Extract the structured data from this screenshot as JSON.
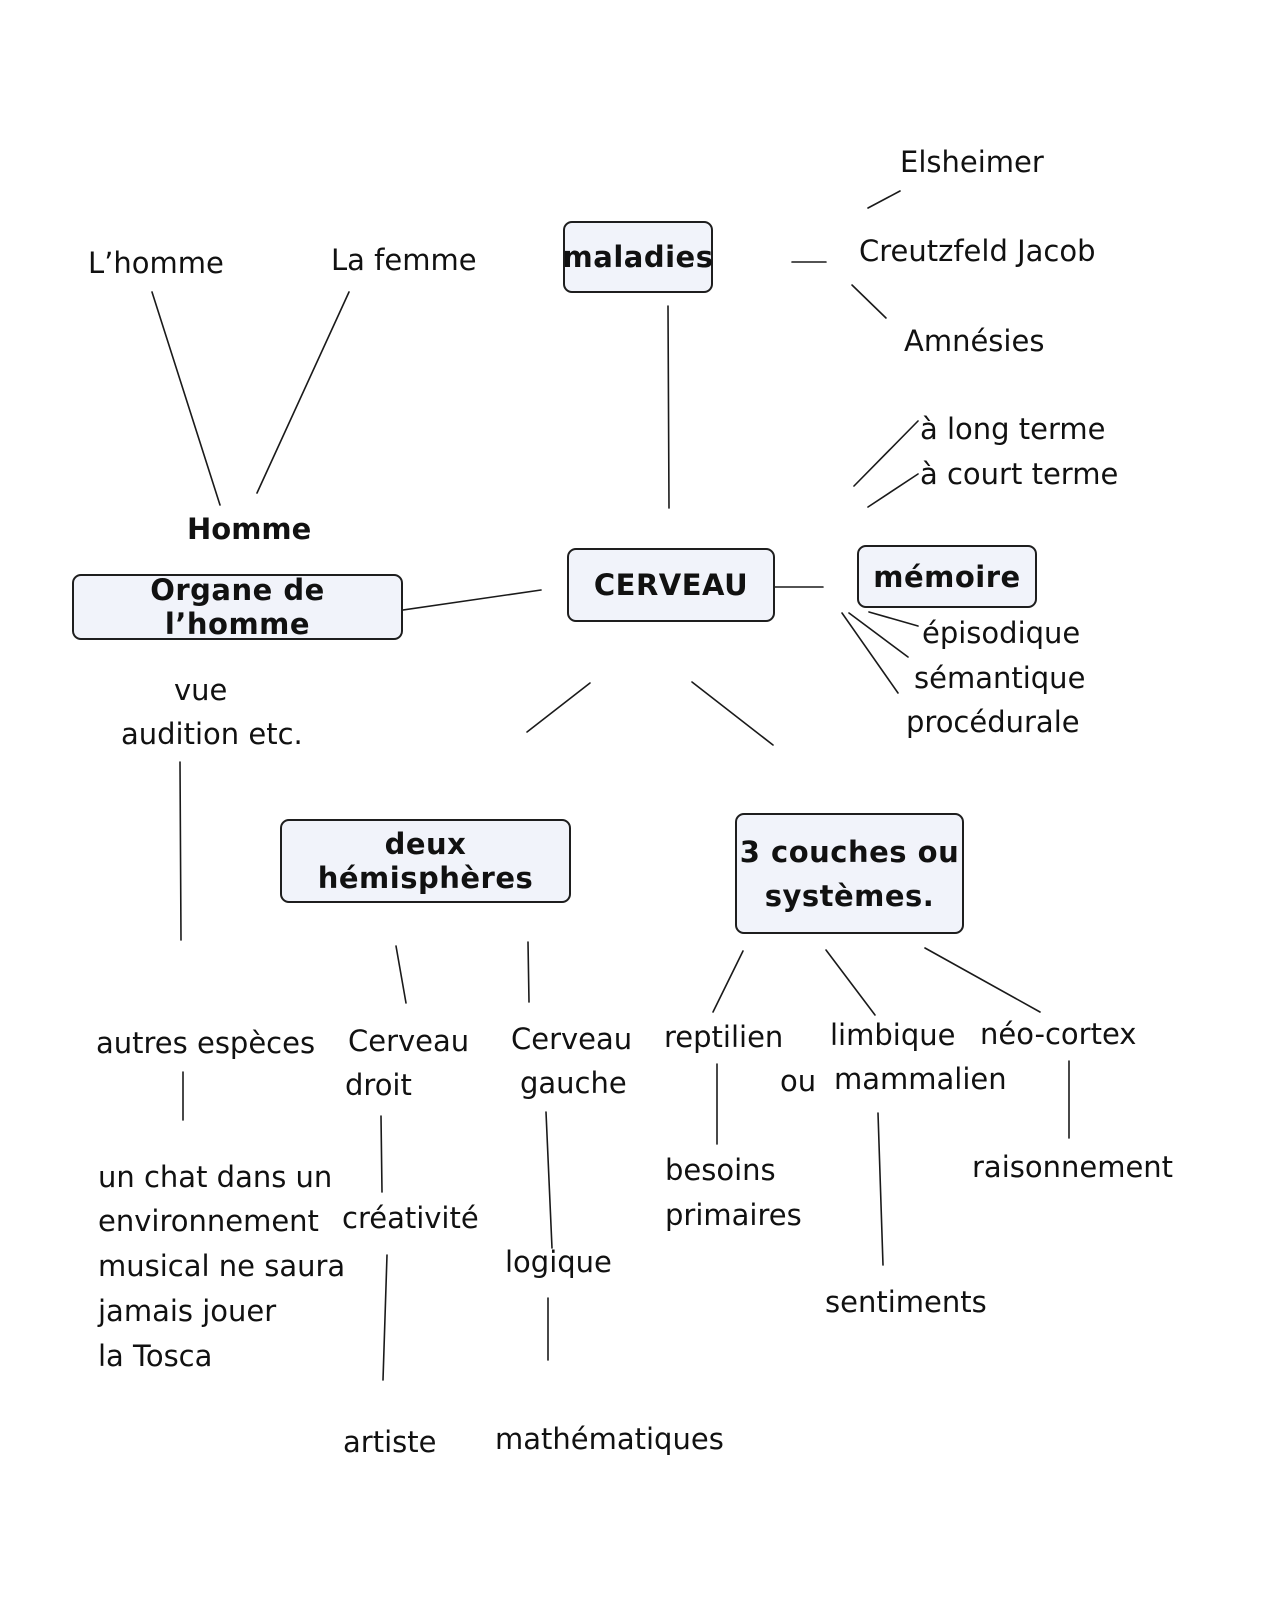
{
  "nodes": {
    "cerveau": "CERVEAU",
    "maladies": "maladies",
    "memoire": "mémoire",
    "organe": "Organe de l’homme",
    "hemispheres": "deux hémisphères",
    "couches_line1": "3 couches ou",
    "couches_line2": "systèmes.",
    "homme": "Homme",
    "l_homme": "L’homme",
    "la_femme": "La femme",
    "elsheimer": "Elsheimer",
    "creutzfeld": "Creutzfeld Jacob",
    "amnesies": "Amnésies",
    "long_terme": "à long terme",
    "court_terme": "à court terme",
    "episodique": "épisodique",
    "semantique": "sémantique",
    "procedurale": "procédurale",
    "vue": "vue",
    "audition": "audition etc.",
    "autres_especes": "autres espèces",
    "chat_lines": [
      "un chat dans un",
      "environnement",
      "musical ne saura",
      "jamais jouer",
      "la Tosca"
    ],
    "cerveau_droit_1": "Cerveau",
    "cerveau_droit_2": "droit",
    "cerveau_gauche_1": "Cerveau",
    "cerveau_gauche_2": "gauche",
    "creativite": "créativité",
    "artiste": "artiste",
    "logique": "logique",
    "mathematiques": "mathématiques",
    "reptilien": "reptilien",
    "limbique": "limbique",
    "ou": "ou",
    "mammalien": "mammalien",
    "neo_cortex": "néo-cortex",
    "besoins_1": "besoins",
    "besoins_2": "primaires",
    "sentiments": "sentiments",
    "raisonnement": "raisonnement"
  }
}
